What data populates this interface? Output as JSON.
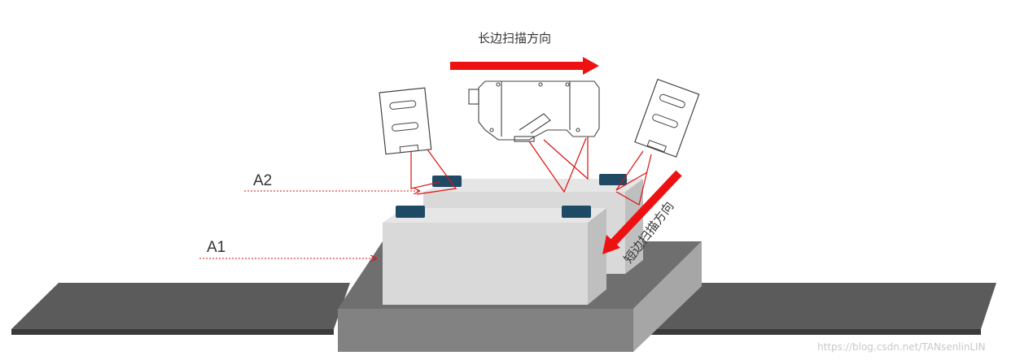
{
  "labels": {
    "long_scan": "长边扫描方向",
    "short_scan": "短边扫描方向",
    "a1": "A1",
    "a2": "A2",
    "watermark": "https://blog.csdn.net/TANsenlinLIN"
  },
  "colors": {
    "arrow": "#ee1111",
    "beam": "#dd1111",
    "pad": "#1e4a66",
    "belt_top": "#5b5b5b",
    "belt_side": "#3a3a3a",
    "base_top": "#6f6f6f",
    "base_front": "#828282",
    "base_right": "#a6a6a6",
    "box_front": "#d9d9d9",
    "box_top": "#e6e6e6",
    "box_side": "#bfbfbf"
  }
}
